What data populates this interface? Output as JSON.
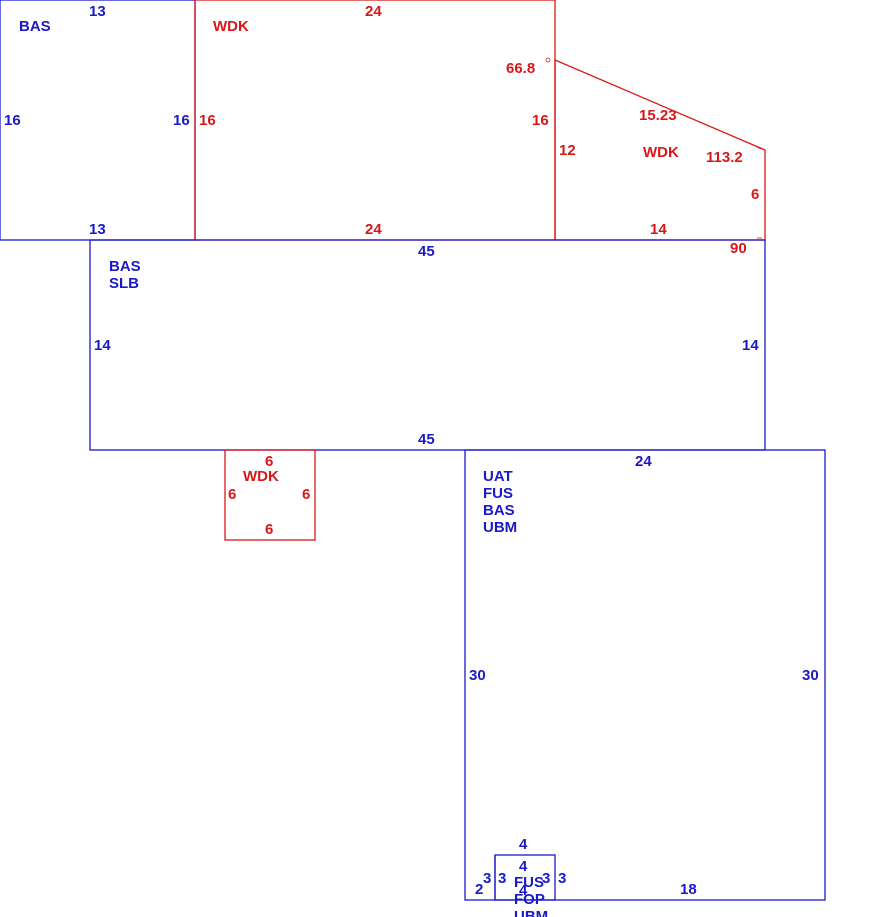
{
  "colors": {
    "blue": "#1a1ac8",
    "red": "#d81818"
  },
  "areas": {
    "bas_top": {
      "codes": [
        "BAS"
      ]
    },
    "wdk_top": {
      "codes": [
        "WDK"
      ]
    },
    "wdk_angled": {
      "codes": [
        "WDK"
      ]
    },
    "bas_slb": {
      "codes": [
        "BAS",
        "SLB"
      ]
    },
    "wdk_small": {
      "codes": [
        "WDK"
      ]
    },
    "uat_main": {
      "codes": [
        "UAT",
        "FUS",
        "BAS",
        "UBM"
      ]
    },
    "fus_fop_ubm": {
      "codes": [
        "FUS",
        "FOP",
        "UBM"
      ]
    }
  },
  "dimensions": {
    "bas_top_top": "13",
    "bas_top_bottom": "13",
    "bas_top_left": "16",
    "bas_top_right": "16",
    "wdk_top_top": "24",
    "wdk_top_bottom": "24",
    "wdk_top_left": "16",
    "wdk_top_right": "16",
    "wdk_angled_left": "12",
    "wdk_angled_slope": "15.23",
    "wdk_angled_right": "6",
    "wdk_angled_bottom": "14",
    "wdk_angle_top": "66.8",
    "wdk_angle_right": "113.2",
    "wdk_angle_bottom": "90",
    "bas_slb_top": "45",
    "bas_slb_bottom": "45",
    "bas_slb_left": "14",
    "bas_slb_right": "14",
    "wdk_small_top": "6",
    "wdk_small_bottom": "6",
    "wdk_small_left": "6",
    "wdk_small_right": "6",
    "uat_top": "24",
    "uat_left": "30",
    "uat_right": "30",
    "uat_bottom": "18",
    "uat_bottom_left": "2",
    "step_left": "3",
    "step_right": "3",
    "fop_top": "4",
    "fop_top_inner": "4",
    "fop_left": "3",
    "fop_right": "3",
    "fop_bottom": "4"
  }
}
